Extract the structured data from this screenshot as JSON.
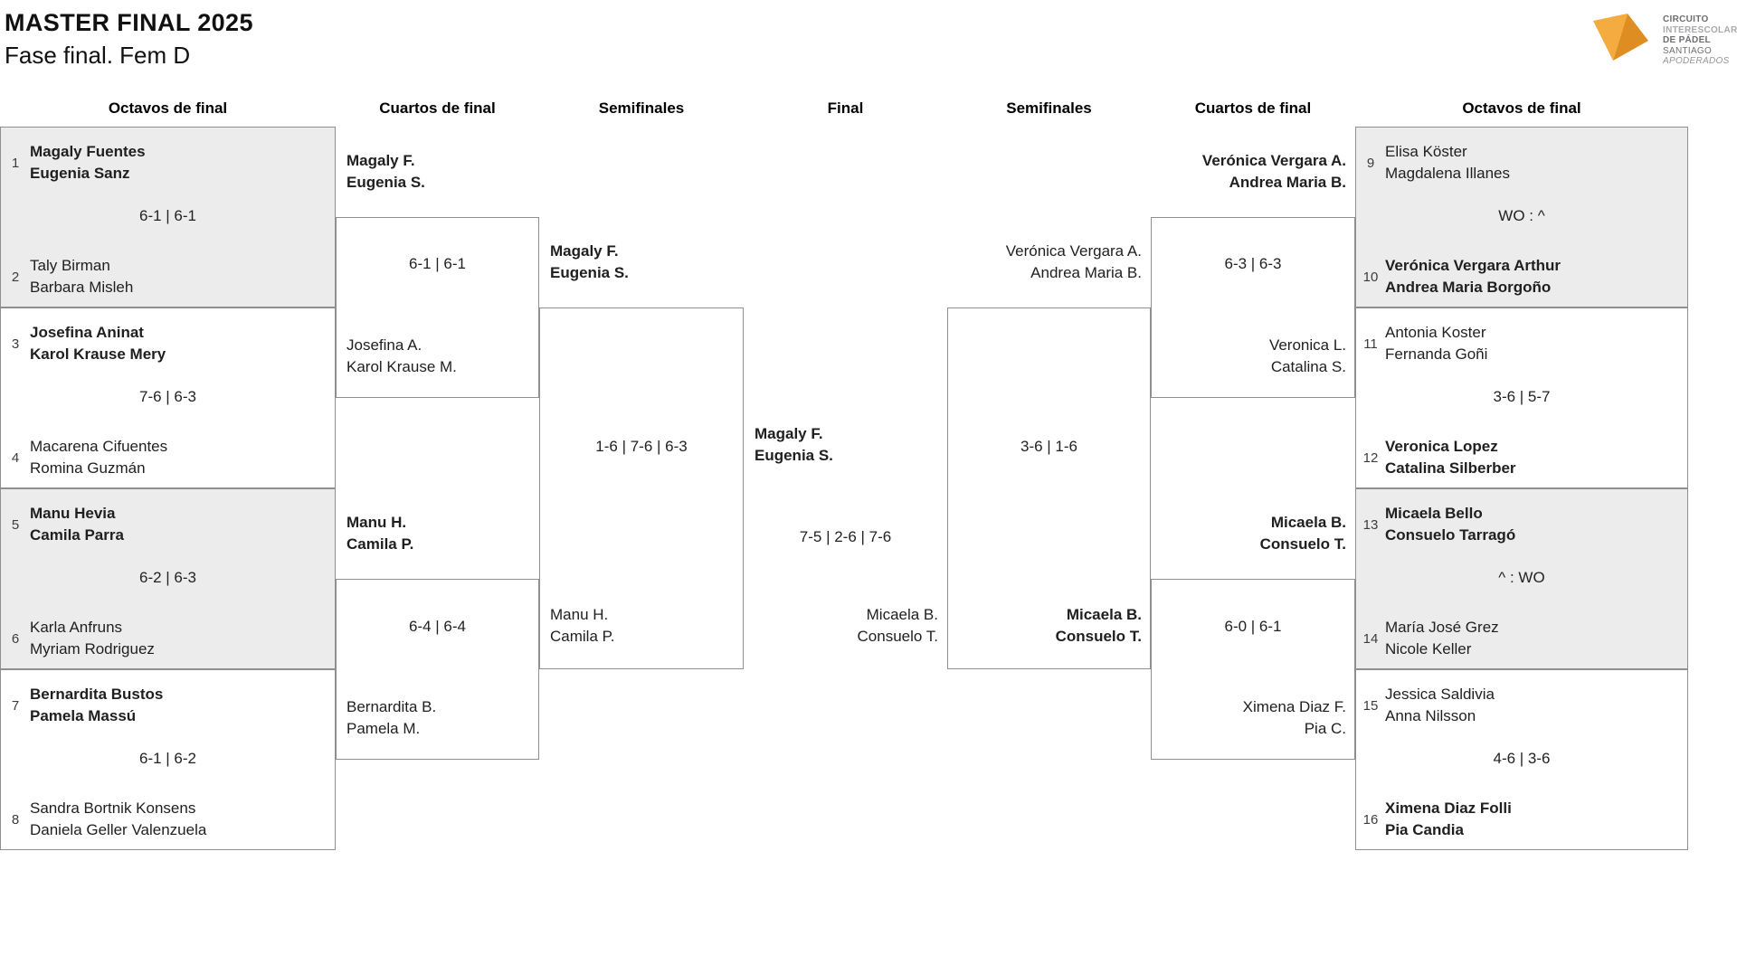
{
  "header": {
    "title": "MASTER FINAL 2025",
    "subtitle": "Fase final. Fem D"
  },
  "logo": {
    "line1": "CIRCUITO",
    "line2": "INTERESCOLAR",
    "line3": "DE PÁDEL",
    "line4": "SANTIAGO",
    "line5": "APODERADOS",
    "arrow_light": "#F4AC41",
    "arrow_dark": "#DE8D20"
  },
  "colors": {
    "shaded_box": "#ECECEC",
    "border": "#8F8F8F",
    "text": "#1B1B1B"
  },
  "round_headers": [
    "Octavos de final",
    "Cuartos de final",
    "Semifinales",
    "Final",
    "Semifinales",
    "Cuartos de final",
    "Octavos de final"
  ],
  "left_r16": [
    {
      "seed_top": "1",
      "top1": "Magaly Fuentes",
      "top2": "Eugenia Sanz",
      "top_winner": true,
      "score": "6-1 | 6-1",
      "seed_bottom": "2",
      "bot1": "Taly Birman",
      "bot2": "Barbara Misleh",
      "bottom_winner": false
    },
    {
      "seed_top": "3",
      "top1": "Josefina Aninat",
      "top2": "Karol Krause Mery",
      "top_winner": true,
      "score": "7-6 | 6-3",
      "seed_bottom": "4",
      "bot1": "Macarena Cifuentes",
      "bot2": "Romina Guzmán",
      "bottom_winner": false
    },
    {
      "seed_top": "5",
      "top1": "Manu Hevia",
      "top2": "Camila Parra",
      "top_winner": true,
      "score": "6-2 | 6-3",
      "seed_bottom": "6",
      "bot1": "Karla Anfruns",
      "bot2": "Myriam Rodriguez",
      "bottom_winner": false
    },
    {
      "seed_top": "7",
      "top1": "Bernardita Bustos",
      "top2": "Pamela Massú",
      "top_winner": true,
      "score": "6-1 | 6-2",
      "seed_bottom": "8",
      "bot1": "Sandra Bortnik Konsens",
      "bot2": "Daniela Geller Valenzuela",
      "bottom_winner": false
    }
  ],
  "right_r16": [
    {
      "seed_top": "9",
      "top1": "Elisa Köster",
      "top2": "Magdalena Illanes",
      "top_winner": false,
      "score": "WO : ^",
      "seed_bottom": "10",
      "bot1": "Verónica Vergara Arthur",
      "bot2": "Andrea Maria Borgoño",
      "bottom_winner": true
    },
    {
      "seed_top": "11",
      "top1": "Antonia Koster",
      "top2": "Fernanda Goñi",
      "top_winner": false,
      "score": "3-6 | 5-7",
      "seed_bottom": "12",
      "bot1": "Veronica Lopez",
      "bot2": "Catalina Silberber",
      "bottom_winner": true
    },
    {
      "seed_top": "13",
      "top1": "Micaela Bello",
      "top2": "Consuelo Tarragó",
      "top_winner": true,
      "score": "^ : WO",
      "seed_bottom": "14",
      "bot1": "María José Grez",
      "bot2": "Nicole Keller",
      "bottom_winner": false
    },
    {
      "seed_top": "15",
      "top1": "Jessica Saldivia",
      "top2": "Anna Nilsson",
      "top_winner": false,
      "score": "4-6 | 3-6",
      "seed_bottom": "16",
      "bot1": "Ximena Diaz Folli",
      "bot2": "Pia Candia",
      "bottom_winner": true
    }
  ],
  "left_qf": [
    {
      "top1": "Magaly F.",
      "top2": "Eugenia S.",
      "top_winner": true,
      "score": "6-1 | 6-1",
      "bot1": "Josefina A.",
      "bot2": "Karol Krause M.",
      "bottom_winner": false
    },
    {
      "top1": "Manu H.",
      "top2": "Camila P.",
      "top_winner": true,
      "score": "6-4 | 6-4",
      "bot1": "Bernardita B.",
      "bot2": "Pamela M.",
      "bottom_winner": false
    }
  ],
  "right_qf": [
    {
      "top1": "Verónica Vergara A.",
      "top2": "Andrea Maria B.",
      "top_winner": true,
      "score": "6-3 | 6-3",
      "bot1": "Veronica L.",
      "bot2": "Catalina S.",
      "bottom_winner": false
    },
    {
      "top1": "Micaela B.",
      "top2": "Consuelo T.",
      "top_winner": true,
      "score": "6-0 | 6-1",
      "bot1": "Ximena Diaz F.",
      "bot2": "Pia C.",
      "bottom_winner": false
    }
  ],
  "left_sf": {
    "top1": "Magaly F.",
    "top2": "Eugenia S.",
    "top_winner": true,
    "score": "1-6 | 7-6 | 6-3",
    "bot1": "Manu H.",
    "bot2": "Camila P.",
    "bottom_winner": false
  },
  "right_sf": {
    "top1": "Verónica Vergara A.",
    "top2": "Andrea Maria B.",
    "top_winner": false,
    "score": "3-6 | 1-6",
    "bot1": "Micaela B.",
    "bot2": "Consuelo T.",
    "bottom_winner": true
  },
  "final": {
    "left1": "Magaly F.",
    "left2": "Eugenia S.",
    "left_winner": true,
    "score": "7-5 | 2-6 | 7-6",
    "right1": "Micaela B.",
    "right2": "Consuelo T.",
    "right_winner": false
  }
}
